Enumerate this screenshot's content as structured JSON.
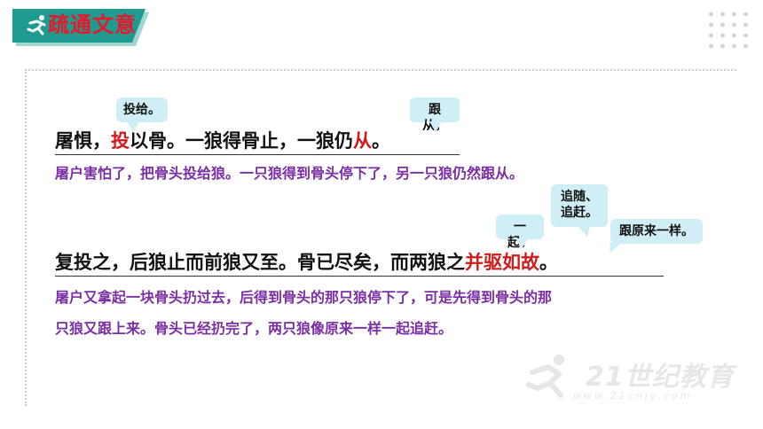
{
  "title": "疏通文意",
  "sections": [
    {
      "sentence_parts": [
        {
          "text": "屠惧，",
          "red": false
        },
        {
          "text": "投",
          "red": true
        },
        {
          "text": "以骨。一狼得骨止，一狼仍",
          "red": false
        },
        {
          "text": "从",
          "red": true
        },
        {
          "text": "。",
          "red": false
        }
      ],
      "translation": [
        "屠户害怕了，把骨头投给狼。一只狼得到骨头停下了，另一只狼仍然跟从。"
      ],
      "bubbles": [
        "投给。",
        "跟从。"
      ]
    },
    {
      "sentence_parts": [
        {
          "text": "复投之，后狼止而前狼又至。骨已尽矣，而两狼之",
          "red": false
        },
        {
          "text": "并驱如故",
          "red": true
        },
        {
          "text": "。",
          "red": false
        }
      ],
      "translation": [
        "屠户又拿起一块骨头扔过去，后得到骨头的那只狼停下了，可是先得到骨头的那",
        "只狼又跟上来。骨头已经扔完了，两只狼像原来一样一起追赶。"
      ],
      "bubbles": [
        "一起。",
        "追随、追赶。",
        "跟原来一样。"
      ]
    }
  ],
  "watermark": {
    "text": "21世纪教育",
    "url": "www.21cnjy.com"
  },
  "colors": {
    "accent": "#1f9b8f",
    "title": "#e8172b",
    "highlight": "#d11a1a",
    "translation": "#7a2ea3",
    "bubble": "#cfeef5"
  }
}
